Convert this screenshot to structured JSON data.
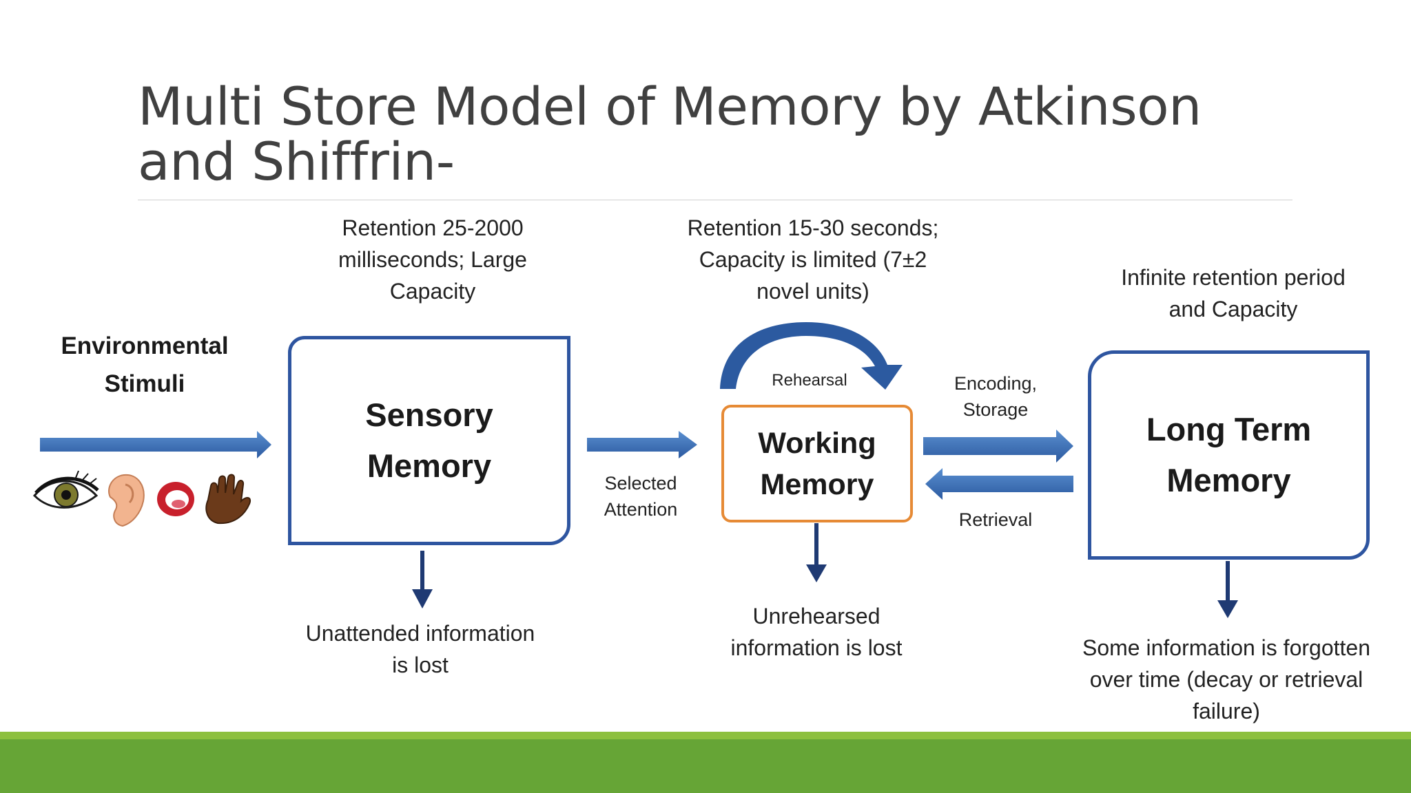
{
  "slide": {
    "title": "Multi Store Model of Memory by Atkinson and Shiffrin-"
  },
  "diagram": {
    "stimuli": {
      "label": "Environmental Stimuli",
      "icons": [
        "eye-icon",
        "ear-icon",
        "mouth-icon",
        "hand-icon"
      ]
    },
    "sensory_memory": {
      "label": "Sensory Memory",
      "retention_note": "Retention 25-2000 milliseconds; Large Capacity",
      "loss_note": "Unattended information is lost"
    },
    "selected_attention": "Selected Attention",
    "working_memory": {
      "label": "Working Memory",
      "retention_note": "Retention 15-30 seconds; Capacity is limited (7±2 novel units)",
      "rehearsal": "Rehearsal",
      "loss_note": "Unrehearsed information is lost"
    },
    "encoding_storage": "Encoding, Storage",
    "retrieval": "Retrieval",
    "long_term_memory": {
      "label": "Long Term Memory",
      "retention_note": "Infinite retention period and Capacity",
      "loss_note": "Some information is forgotten over time (decay or retrieval failure)"
    }
  },
  "colors": {
    "box_border": "#2e55a0",
    "working_memory_border": "#e68a35",
    "arrow_fill": "#3a6fb7",
    "down_arrow": "#1f3a73",
    "footer_light": "#8dc03f",
    "footer_dark": "#66a536"
  }
}
